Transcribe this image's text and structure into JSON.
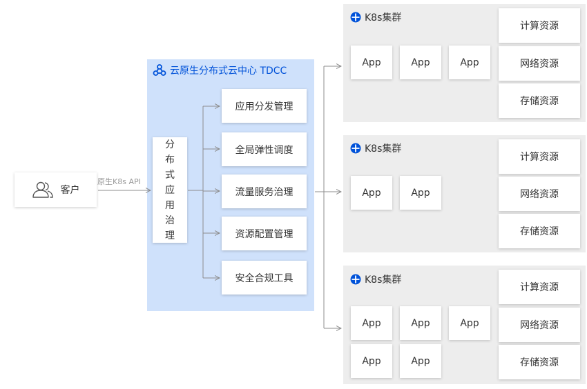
{
  "customer": {
    "label": "客户",
    "icon": "users-icon"
  },
  "api_label": "原生K8s API",
  "tdcc": {
    "title": "云原生分布式云中心 TDCC",
    "icon": "tdcc-logo-icon",
    "vertical_chars": [
      "分",
      "布",
      "式",
      "应",
      "用",
      "治",
      "理"
    ],
    "services": [
      "应用分发管理",
      "全局弹性调度",
      "流量服务治理",
      "资源配置管理",
      "安全合规工具"
    ]
  },
  "clusters": [
    {
      "title": "K8s集群",
      "icon": "k8s-cluster-icon",
      "apps": [
        "App",
        "App",
        "App"
      ],
      "resources": [
        "计算资源",
        "网络资源",
        "存储资源"
      ]
    },
    {
      "title": "K8s集群",
      "icon": "k8s-cluster-icon",
      "apps": [
        "App",
        "App"
      ],
      "resources": [
        "计算资源",
        "网络资源",
        "存储资源"
      ]
    },
    {
      "title": "K8s集群",
      "icon": "k8s-cluster-icon",
      "apps": [
        "App",
        "App",
        "App",
        "App",
        "App"
      ],
      "resources": [
        "计算资源",
        "网络资源",
        "存储资源"
      ]
    }
  ],
  "colors": {
    "accent": "#0052d9",
    "tdcc_bg": "#cfe1fb",
    "cluster_bg": "#ededed",
    "line": "#8c8c8c"
  }
}
